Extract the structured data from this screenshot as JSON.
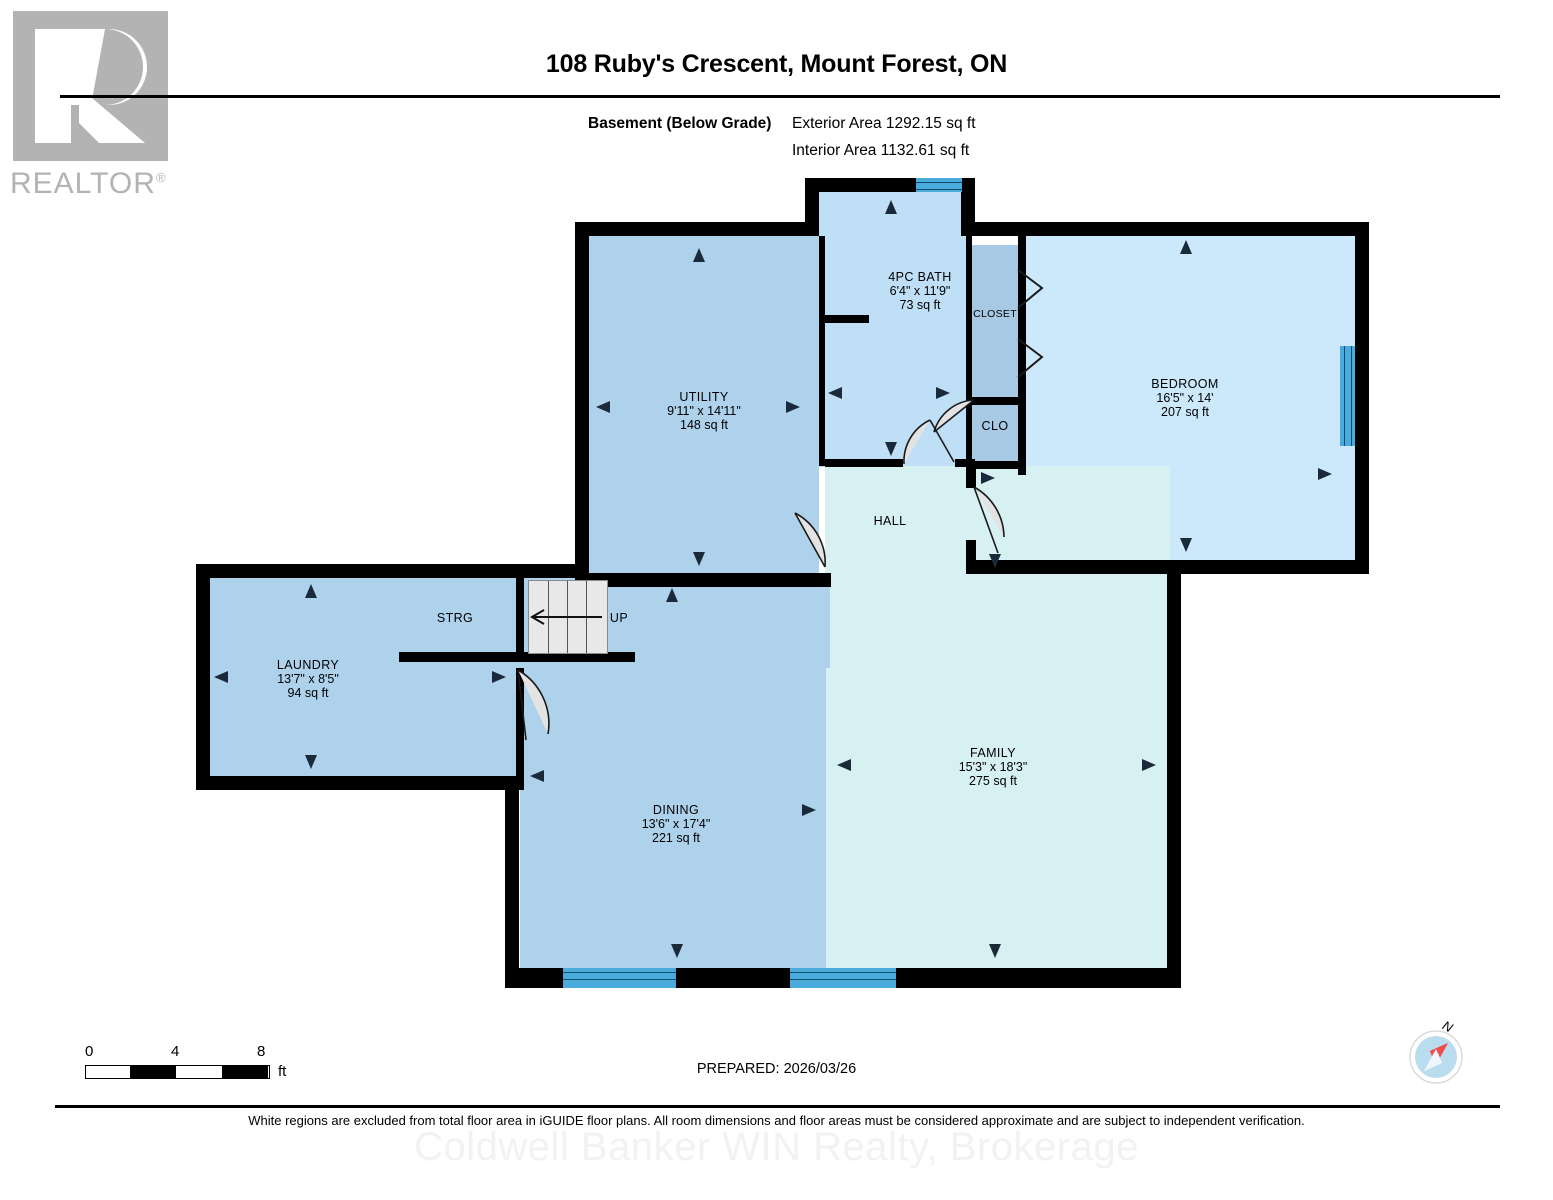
{
  "branding": {
    "realtor_wordmark": "REALTOR",
    "realtor_registered": "®"
  },
  "header": {
    "title": "108 Ruby's Crescent, Mount Forest, ON",
    "level_label": "Basement (Below Grade)",
    "exterior_area": "Exterior Area 1292.15 sq ft",
    "interior_area": "Interior Area 1132.61 sq ft"
  },
  "rooms": [
    {
      "key": "utility",
      "name": "UTILITY",
      "dims": "9'11\" x 14'11\"",
      "area": "148 sq ft"
    },
    {
      "key": "bath",
      "name": "4PC BATH",
      "dims": "6'4\" x 11'9\"",
      "area": "73 sq ft"
    },
    {
      "key": "closet",
      "name": "CLOSET",
      "dims": "",
      "area": ""
    },
    {
      "key": "clo",
      "name": "CLO",
      "dims": "",
      "area": ""
    },
    {
      "key": "bedroom",
      "name": "BEDROOM",
      "dims": "16'5\" x 14'",
      "area": "207 sq ft"
    },
    {
      "key": "hall",
      "name": "HALL",
      "dims": "",
      "area": ""
    },
    {
      "key": "laundry",
      "name": "LAUNDRY",
      "dims": "13'7\" x 8'5\"",
      "area": "94 sq ft"
    },
    {
      "key": "strg",
      "name": "STRG",
      "dims": "",
      "area": ""
    },
    {
      "key": "up",
      "name": "UP",
      "dims": "",
      "area": ""
    },
    {
      "key": "dining",
      "name": "DINING",
      "dims": "13'6\" x 17'4\"",
      "area": "221 sq ft"
    },
    {
      "key": "family",
      "name": "FAMILY",
      "dims": "15'3\" x 18'3\"",
      "area": "275 sq ft"
    }
  ],
  "scale": {
    "tick_0": "0",
    "tick_4": "4",
    "tick_8": "8",
    "unit": "ft"
  },
  "footer": {
    "prepared": "PREPARED: 2026/03/26",
    "disclaimer": "White regions are excluded from total floor area in iGUIDE floor plans. All room dimensions and floor areas must be considered approximate and are subject to independent verification.",
    "watermark": "Coldwell Banker WIN Realty, Brokerage",
    "compass_north": "N"
  },
  "colors": {
    "room_blue": "#aed2ec",
    "room_light_blue": "#cbe9fb",
    "room_cyan": "#d7f0f2",
    "closet_blue": "#a8c9e4",
    "wall": "#000000",
    "window": "#4aacdd",
    "door_fill": "#e3e3e3"
  }
}
